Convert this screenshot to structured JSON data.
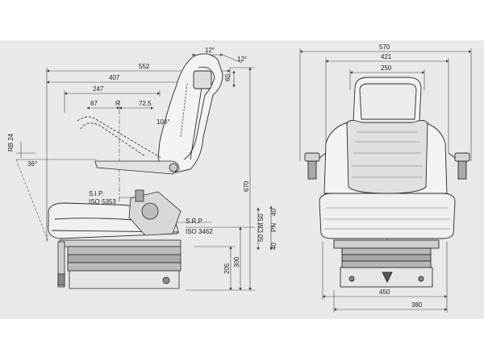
{
  "side_view": {
    "dimensions": {
      "d552": "552",
      "d407": "407",
      "d247": "247",
      "d87": "87",
      "R": "R",
      "d72_5": "72,5",
      "d12a": "12°",
      "d12b": "12°",
      "d60": "60",
      "d104": "104°",
      "rb24": "RB 24",
      "d36": "36°",
      "d670": "670",
      "d300": "300",
      "d205": "205",
      "d50cm50": "50 CM 50",
      "d40top": "40",
      "d40bot": "40",
      "pn": "PN"
    },
    "sip": {
      "line1": "S.I.P.",
      "line2": "ISO 5353"
    },
    "srp": {
      "line1": "S.R.P",
      "line2": "ISO 3462"
    }
  },
  "front_view": {
    "dimensions": {
      "d570": "570",
      "d421": "421",
      "d250": "250",
      "d450": "450",
      "d380": "380"
    }
  },
  "colors": {
    "background": "#e9e9e9",
    "line": "#333333",
    "dim_line": "#444444"
  }
}
